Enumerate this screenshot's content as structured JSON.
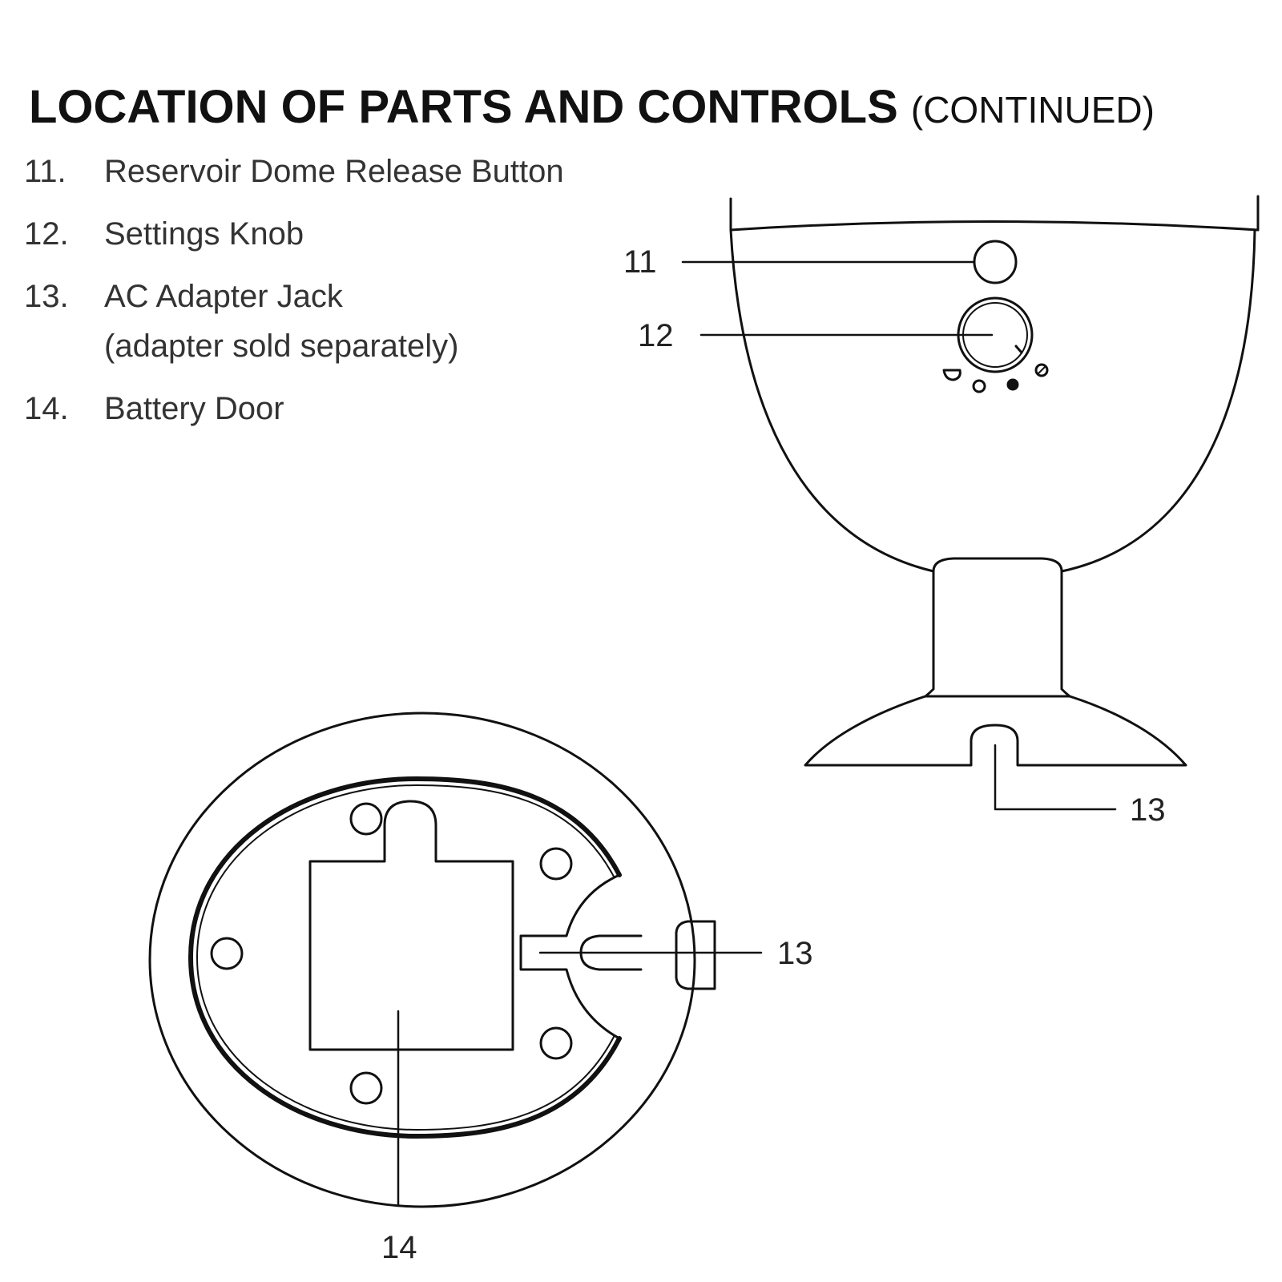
{
  "header": {
    "title": "LOCATION OF PARTS AND CONTROLS",
    "subtitle": "(CONTINUED)"
  },
  "parts": [
    {
      "number": "11.",
      "label": "Reservoir Dome Release Button"
    },
    {
      "number": "12.",
      "label": "Settings Knob"
    },
    {
      "number": "13.",
      "label": "AC Adapter Jack",
      "note": "(adapter sold separately)"
    },
    {
      "number": "14.",
      "label": "Battery Door"
    }
  ],
  "callouts": {
    "side_view": {
      "c11": "11",
      "c12": "12",
      "c13": "13"
    },
    "bottom_view": {
      "c13": "13",
      "c14": "14"
    }
  },
  "colors": {
    "line": "#111111",
    "text": "#333333",
    "background": "#ffffff"
  }
}
